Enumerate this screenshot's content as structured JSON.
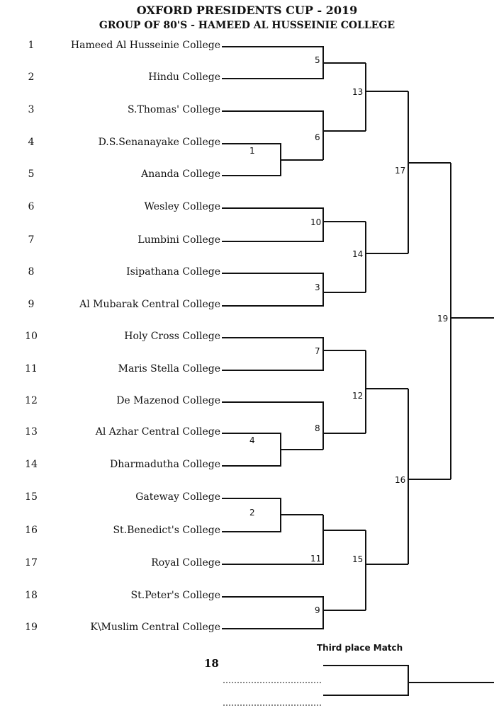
{
  "header": {
    "title": "OXFORD PRESIDENTS CUP - 2019",
    "subtitle": "GROUP OF 80'S - HAMEED AL HUSSEINIE COLLEGE"
  },
  "entries": [
    {
      "seed": "1",
      "team": "Hameed Al Husseinie College"
    },
    {
      "seed": "2",
      "team": "Hindu College"
    },
    {
      "seed": "3",
      "team": "S.Thomas' College"
    },
    {
      "seed": "4",
      "team": "D.S.Senanayake College"
    },
    {
      "seed": "5",
      "team": "Ananda College"
    },
    {
      "seed": "6",
      "team": "Wesley College"
    },
    {
      "seed": "7",
      "team": "Lumbini College"
    },
    {
      "seed": "8",
      "team": "Isipathana College"
    },
    {
      "seed": "9",
      "team": "Al Mubarak Central College"
    },
    {
      "seed": "10",
      "team": "Holy Cross College"
    },
    {
      "seed": "11",
      "team": "Maris Stella College"
    },
    {
      "seed": "12",
      "team": "De Mazenod College"
    },
    {
      "seed": "13",
      "team": "Al Azhar Central College"
    },
    {
      "seed": "14",
      "team": "Dharmadutha College"
    },
    {
      "seed": "15",
      "team": "Gateway College"
    },
    {
      "seed": "16",
      "team": "St.Benedict's College"
    },
    {
      "seed": "17",
      "team": "Royal College"
    },
    {
      "seed": "18",
      "team": "St.Peter's College"
    },
    {
      "seed": "19",
      "team": "K\\Muslim Central College"
    }
  ],
  "matches": {
    "m1": "1",
    "m2": "2",
    "m3": "3",
    "m4": "4",
    "m5": "5",
    "m6": "6",
    "m7": "7",
    "m8": "8",
    "m9": "9",
    "m10": "10",
    "m11": "11",
    "m12": "12",
    "m13": "13",
    "m14": "14",
    "m15": "15",
    "m16": "16",
    "m17": "17",
    "m19": "19"
  },
  "third_place": {
    "label": "Third place Match",
    "match_number": "18"
  }
}
